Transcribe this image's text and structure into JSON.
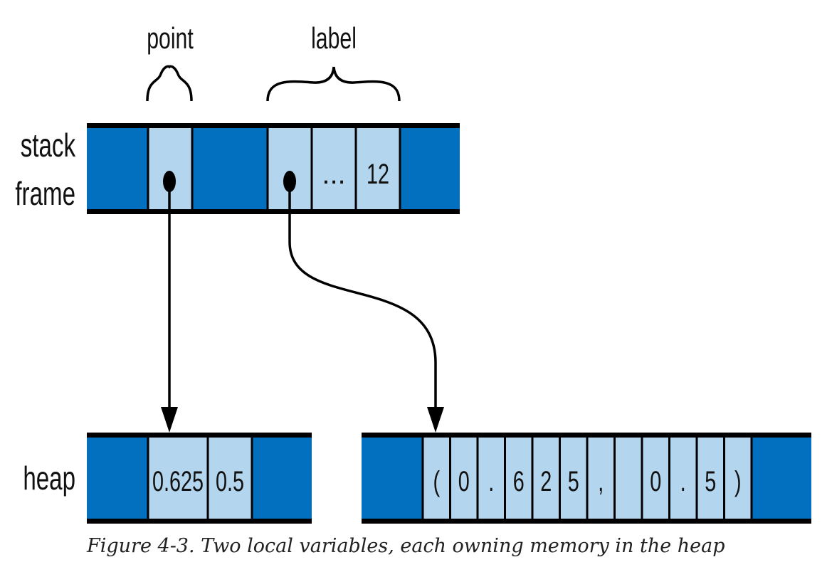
{
  "labels": {
    "point": "point",
    "label": "label",
    "stack_line1": "stack",
    "stack_line2": "frame",
    "heap": "heap",
    "ellipsis": "...",
    "twelve": "12",
    "v0625": "0.625",
    "v05": "0.5"
  },
  "string_chars": [
    "(",
    "0",
    ".",
    "6",
    "2",
    "5",
    ",",
    "",
    "0",
    ".",
    "5",
    ")"
  ],
  "caption": "Figure 4-3. Two local variables, each owning memory in the heap",
  "colors": {
    "dark_cell": "#0270bf",
    "light_cell": "#b3d5ee",
    "border": "#000000"
  }
}
